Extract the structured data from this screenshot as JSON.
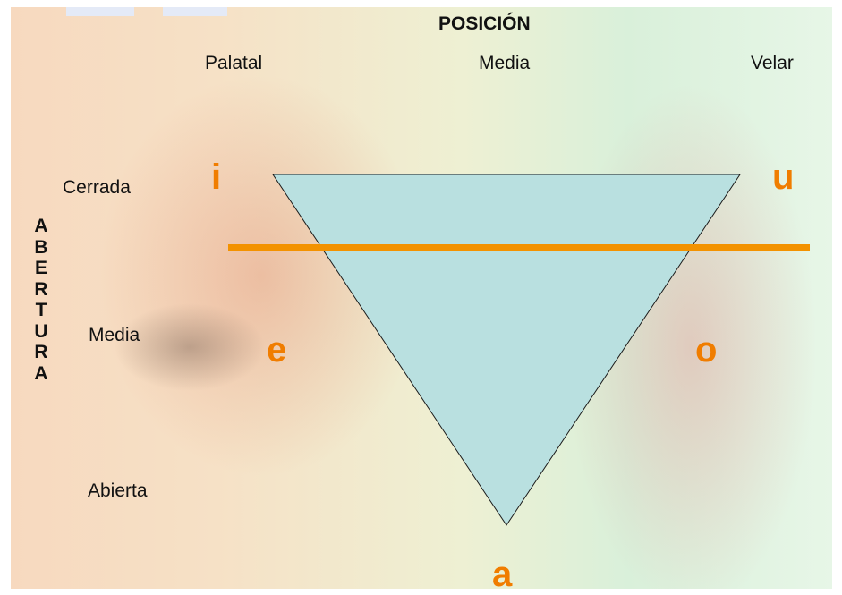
{
  "title": "POSICIÓN",
  "position_labels": {
    "palatal": "Palatal",
    "media": "Media",
    "velar": "Velar"
  },
  "aperture_title_letters": [
    "A",
    "B",
    "E",
    "R",
    "T",
    "U",
    "R",
    "A"
  ],
  "aperture_labels": {
    "cerrada": "Cerrada",
    "media": "Media",
    "abierta": "Abierta"
  },
  "vowels": {
    "i": "i",
    "u": "u",
    "e": "e",
    "o": "o",
    "a": "a"
  },
  "colors": {
    "triangle_fill": "#b9e0e0",
    "line": "#f39200",
    "vowel": "#f07d00"
  }
}
